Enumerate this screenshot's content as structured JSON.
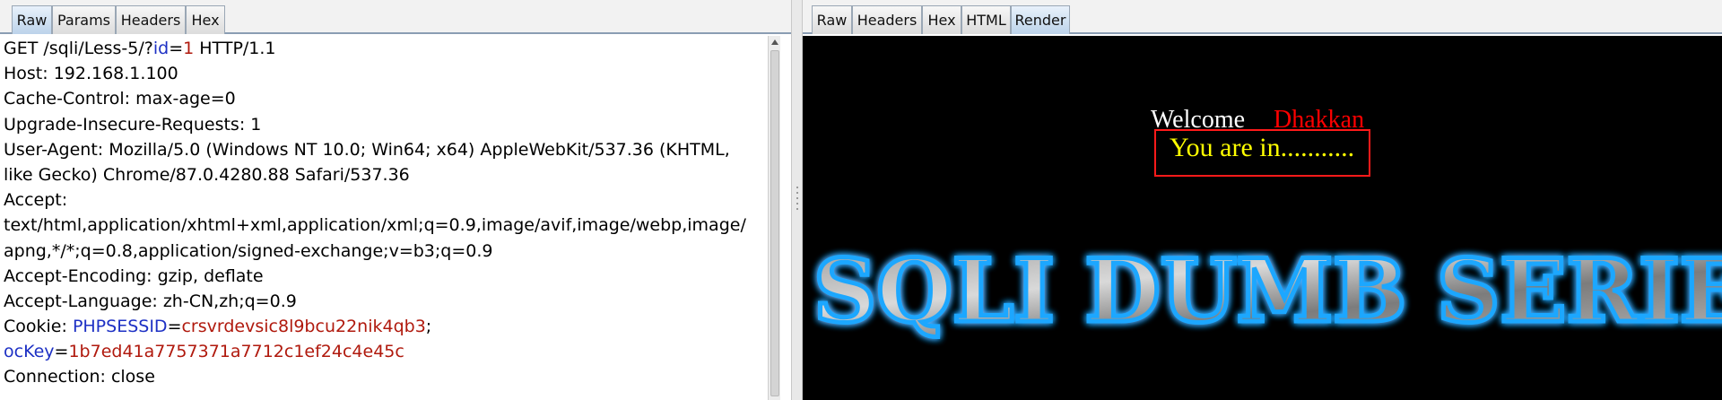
{
  "request_pane": {
    "tabs": [
      {
        "label": "Raw",
        "active": true
      },
      {
        "label": "Params",
        "active": false
      },
      {
        "label": "Headers",
        "active": false
      },
      {
        "label": "Hex",
        "active": false
      }
    ],
    "lines": [
      {
        "segments": [
          {
            "t": "GET /sqli/Less-5/?",
            "c": "plain"
          },
          {
            "t": "id",
            "c": "name"
          },
          {
            "t": "=",
            "c": "plain"
          },
          {
            "t": "1",
            "c": "value"
          },
          {
            "t": " HTTP/1.1",
            "c": "plain"
          }
        ]
      },
      {
        "segments": [
          {
            "t": "Host: 192.168.1.100",
            "c": "plain"
          }
        ]
      },
      {
        "segments": [
          {
            "t": "Cache-Control: max-age=0",
            "c": "plain"
          }
        ]
      },
      {
        "segments": [
          {
            "t": "Upgrade-Insecure-Requests: 1",
            "c": "plain"
          }
        ]
      },
      {
        "segments": [
          {
            "t": "User-Agent: Mozilla/5.0 (Windows NT 10.0; Win64; x64) AppleWebKit/537.36 (KHTML,",
            "c": "plain"
          }
        ]
      },
      {
        "segments": [
          {
            "t": "like Gecko) Chrome/87.0.4280.88 Safari/537.36",
            "c": "plain"
          }
        ]
      },
      {
        "segments": [
          {
            "t": "Accept:",
            "c": "plain"
          }
        ]
      },
      {
        "segments": [
          {
            "t": "text/html,application/xhtml+xml,application/xml;q=0.9,image/avif,image/webp,image/",
            "c": "plain"
          }
        ]
      },
      {
        "segments": [
          {
            "t": "apng,*/*;q=0.8,application/signed-exchange;v=b3;q=0.9",
            "c": "plain"
          }
        ]
      },
      {
        "segments": [
          {
            "t": "Accept-Encoding: gzip, deflate",
            "c": "plain"
          }
        ]
      },
      {
        "segments": [
          {
            "t": "Accept-Language: zh-CN,zh;q=0.9",
            "c": "plain"
          }
        ]
      },
      {
        "segments": [
          {
            "t": "Cookie: ",
            "c": "plain"
          },
          {
            "t": "PHPSESSID",
            "c": "name"
          },
          {
            "t": "=",
            "c": "plain"
          },
          {
            "t": "crsvrdevsic8l9bcu22nik4qb3",
            "c": "value"
          },
          {
            "t": ";",
            "c": "plain"
          }
        ]
      },
      {
        "segments": [
          {
            "t": "ocKey",
            "c": "name"
          },
          {
            "t": "=",
            "c": "plain"
          },
          {
            "t": "1b7ed41a7757371a7712c1ef24c4e45c",
            "c": "value"
          }
        ]
      },
      {
        "segments": [
          {
            "t": "Connection: close",
            "c": "plain"
          }
        ]
      }
    ]
  },
  "response_pane": {
    "tabs": [
      {
        "label": "Raw",
        "active": false
      },
      {
        "label": "Headers",
        "active": false
      },
      {
        "label": "Hex",
        "active": false
      },
      {
        "label": "HTML",
        "active": false
      },
      {
        "label": "Render",
        "active": true
      }
    ],
    "render": {
      "welcome": "Welcome",
      "name": "Dhakkan",
      "status": "You are in...........",
      "banner": "SQLI DUMB SERIES"
    }
  },
  "colors": {
    "param_name": "#1d30c4",
    "param_value": "#b0190d",
    "status_text": "#ffff00",
    "name_text": "#ff0000",
    "banner_glow": "#1ea7ff"
  }
}
